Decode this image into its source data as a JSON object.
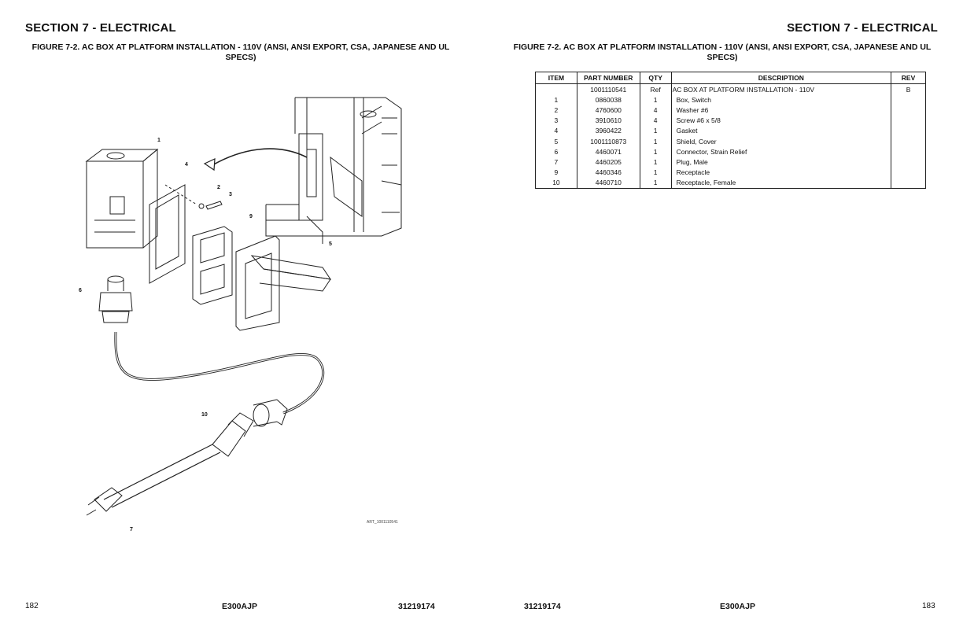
{
  "left_page": {
    "section_title": "SECTION 7 - ELECTRICAL",
    "figure_title": "FIGURE 7-2. AC BOX AT PLATFORM INSTALLATION - 110V (ANSI, ANSI EXPORT, CSA, JAPANESE AND UL SPECS)",
    "callouts": [
      "1",
      "4",
      "2",
      "3",
      "9",
      "5",
      "6",
      "10",
      "7"
    ],
    "art_id": "ART_1001110541",
    "footer": {
      "page_number": "182",
      "model": "E300AJP",
      "doc_number": "31219174"
    }
  },
  "right_page": {
    "section_title": "SECTION 7 - ELECTRICAL",
    "figure_title": "FIGURE 7-2. AC BOX AT PLATFORM INSTALLATION - 110V (ANSI, ANSI EXPORT, CSA, JAPANESE AND UL SPECS)",
    "table": {
      "headers": [
        "ITEM",
        "PART NUMBER",
        "QTY",
        "DESCRIPTION",
        "REV"
      ],
      "rows": [
        [
          "",
          "1001110541",
          "Ref",
          "AC BOX AT PLATFORM INSTALLATION - 110V",
          "B"
        ],
        [
          "1",
          "0860038",
          "1",
          "Box, Switch",
          ""
        ],
        [
          "2",
          "4760600",
          "4",
          "Washer #6",
          ""
        ],
        [
          "3",
          "3910610",
          "4",
          "Screw #6 x 5/8",
          ""
        ],
        [
          "4",
          "3960422",
          "1",
          "Gasket",
          ""
        ],
        [
          "5",
          "1001110873",
          "1",
          "Shield, Cover",
          ""
        ],
        [
          "6",
          "4460071",
          "1",
          "Connector, Strain Relief",
          ""
        ],
        [
          "7",
          "4460205",
          "1",
          "Plug, Male",
          ""
        ],
        [
          "9",
          "4460346",
          "1",
          "Receptacle",
          ""
        ],
        [
          "10",
          "4460710",
          "1",
          "Receptacle, Female",
          ""
        ]
      ]
    },
    "footer": {
      "doc_number": "31219174",
      "model": "E300AJP",
      "page_number": "183"
    }
  }
}
